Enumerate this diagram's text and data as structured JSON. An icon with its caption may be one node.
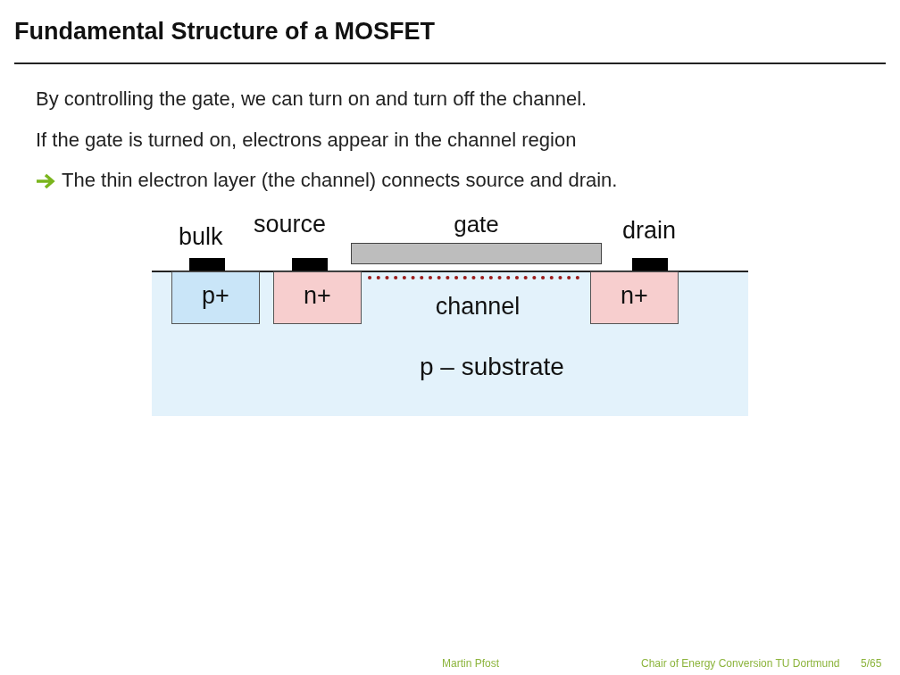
{
  "diagram": {
    "title": "Fundamental Structure of a MOSFET",
    "nodes": [
      {
        "text": [
          "p – substrate"
        ]
      },
      {
        "text": [
          "p+"
        ],
        "in": 0
      },
      {
        "text": [
          "n+"
        ],
        "in": 0
      },
      {
        "text": [
          "n+"
        ],
        "in": 0
      },
      {
        "text": [
          "gate"
        ]
      },
      {
        "text": [
          "channel"
        ],
        "in": 0
      }
    ],
    "labels": [
      "By controlling the gate, we can turn on and turn off the channel.",
      "If the gate is turned on, electrons appear in the channel region",
      "The thin electron layer (the channel) connects source and drain.",
      "bulk",
      "source",
      "drain",
      "Martin Pfost",
      "Chair of Energy Conversion TU Dortmund",
      "5/65"
    ]
  }
}
